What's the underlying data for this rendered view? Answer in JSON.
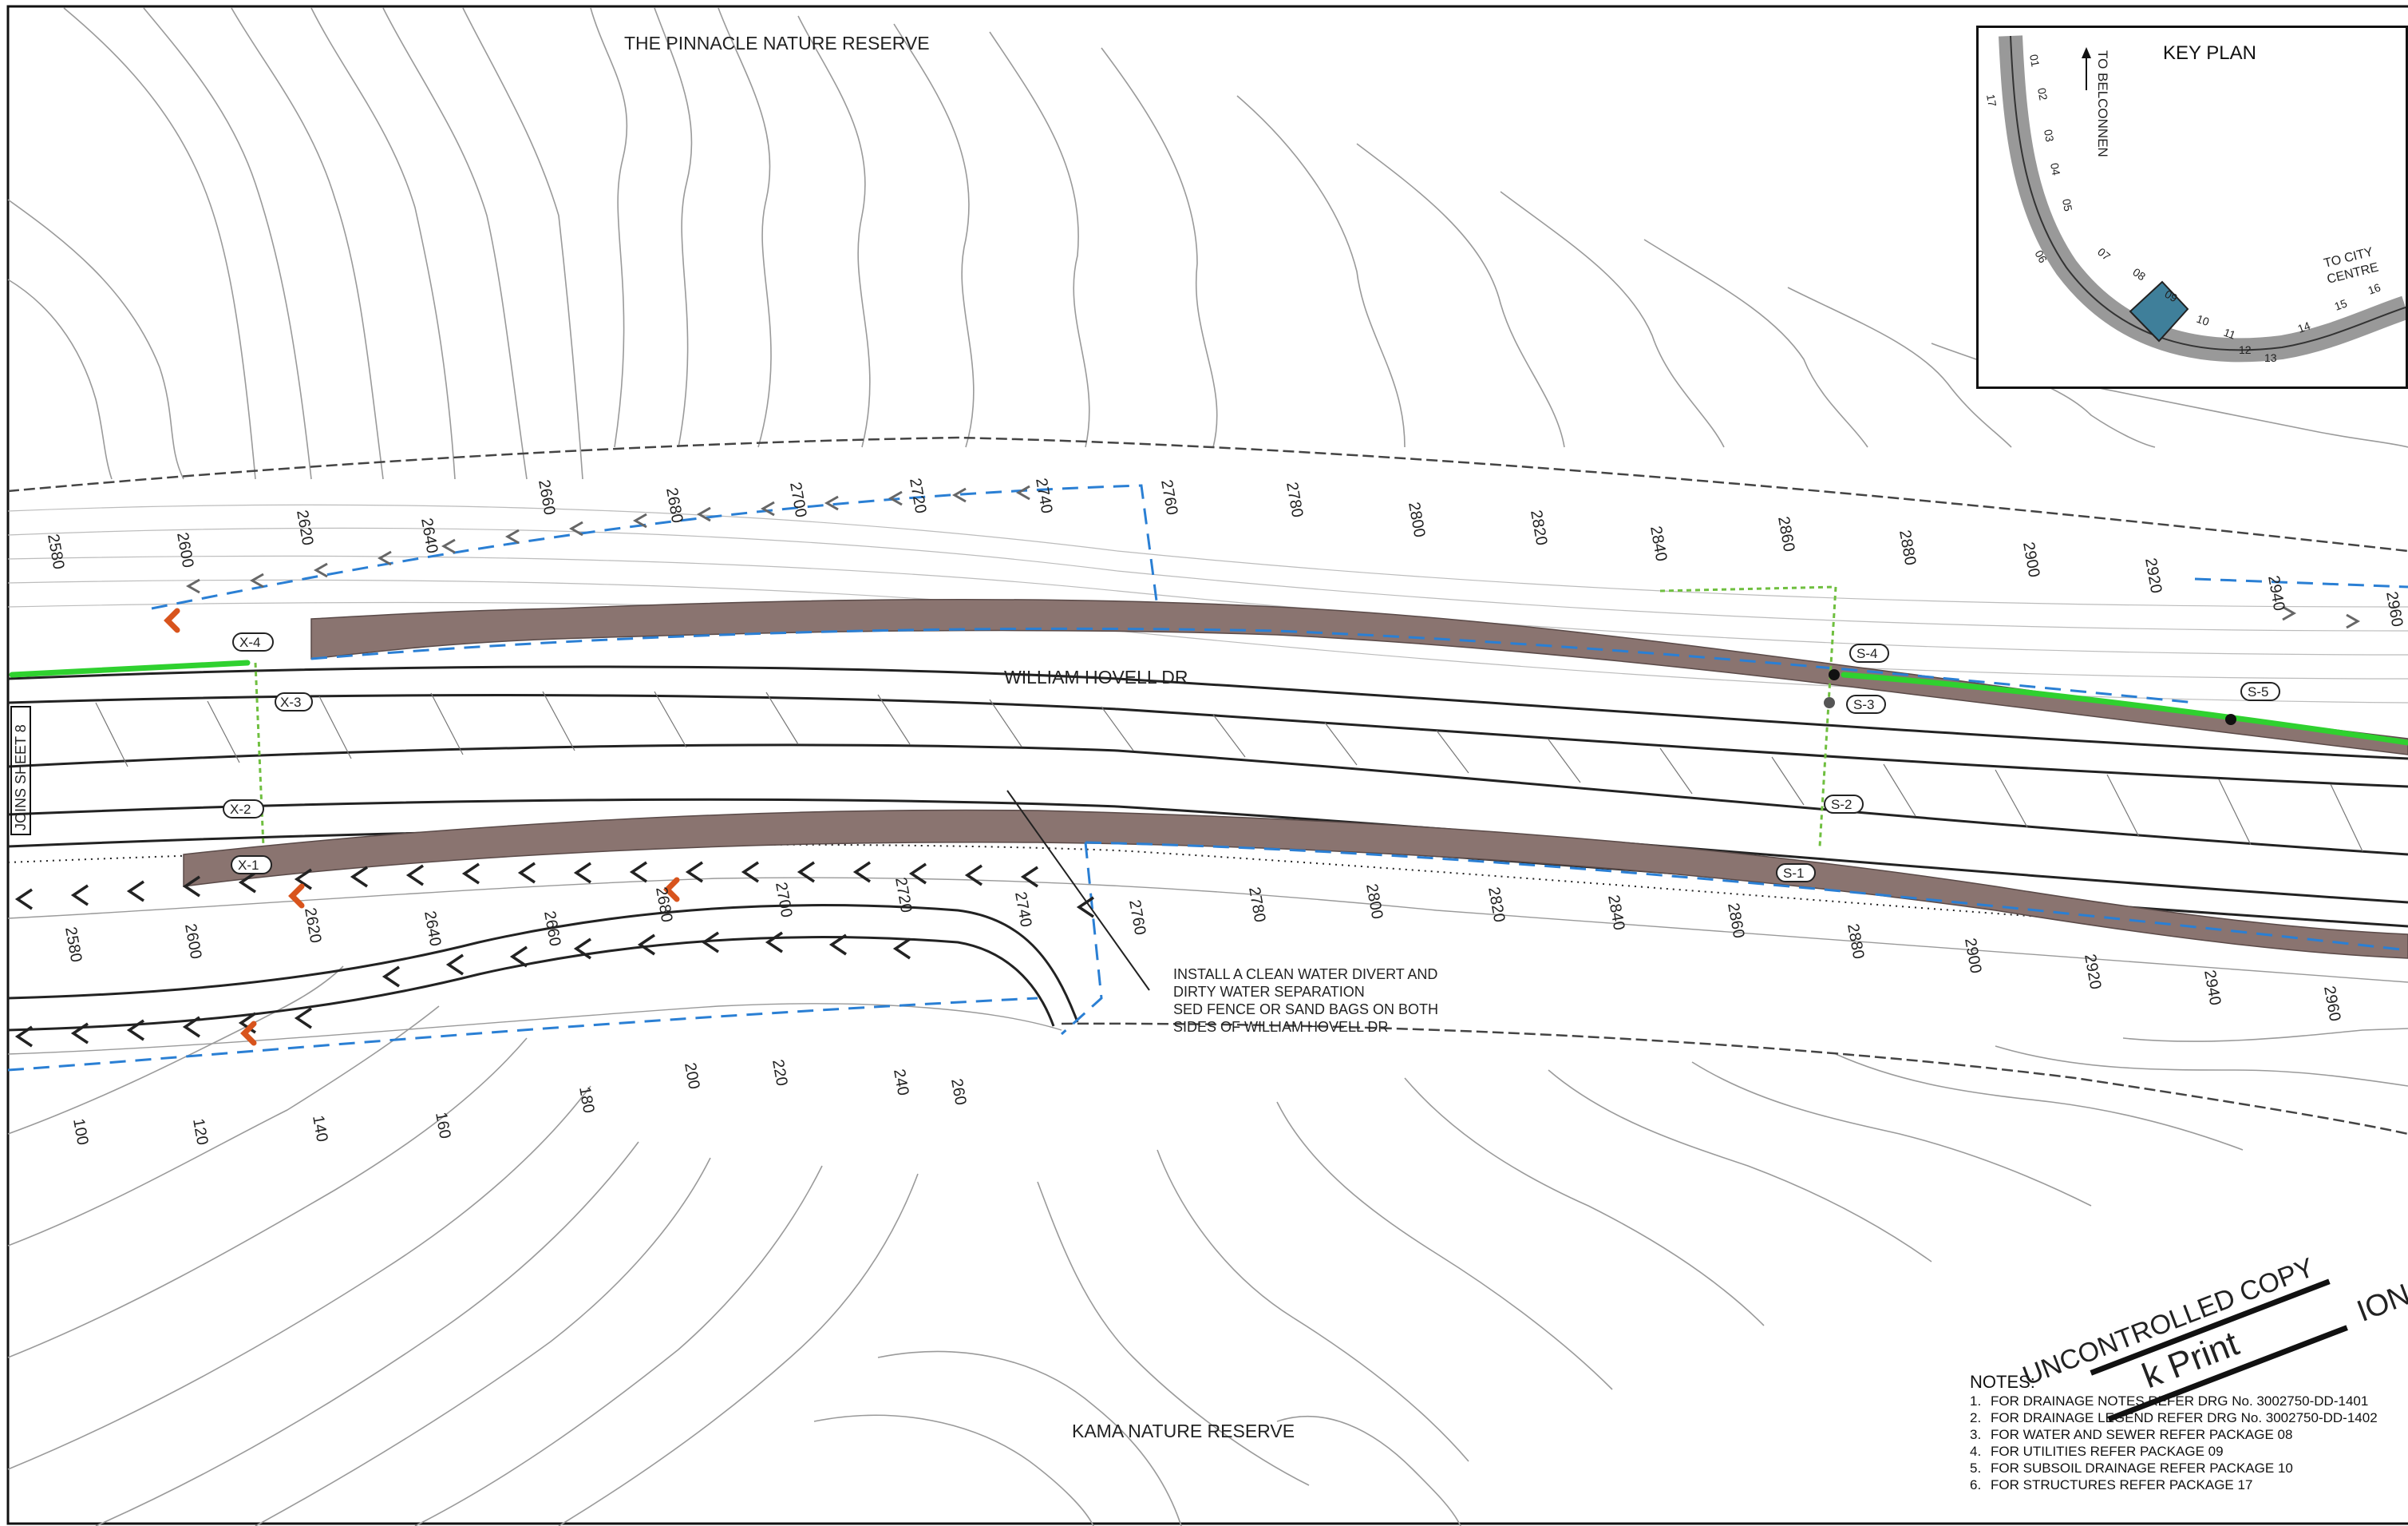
{
  "labels": {
    "pinnacle": "THE PINNACLE NATURE RESERVE",
    "kama": "KAMA NATURE RESERVE",
    "road": "WILLIAM HOVELL DR",
    "joins_sheet": "JOINS SHEET 8",
    "callout": [
      "INSTALL A CLEAN WATER DIVERT AND",
      "DIRTY WATER SEPARATION",
      "SED FENCE OR SAND BAGS ON BOTH",
      "SIDES OF WILLIAM HOVELL DR"
    ],
    "stamp_uncontrolled": "UNCONTROLLED COPY",
    "stamp_print": "k Print",
    "stamp_ion": "ION"
  },
  "tags": {
    "x4": "X-4",
    "x3": "X-3",
    "x2": "X-2",
    "x1": "X-1",
    "s1": "S-1",
    "s2": "S-2",
    "s3": "S-3",
    "s4": "S-4",
    "s5": "S-5"
  },
  "chainage_top": [
    "2580",
    "2600",
    "2620",
    "2640",
    "2660",
    "2680",
    "2700",
    "2720",
    "2740",
    "2760",
    "2780",
    "2800",
    "2820",
    "2840",
    "2860",
    "2880",
    "2900",
    "2920",
    "2940",
    "2960"
  ],
  "chainage_mid": [
    "2580",
    "2600",
    "2620",
    "2640",
    "2660",
    "2680",
    "2700",
    "2720",
    "2740",
    "2760",
    "2780",
    "2800",
    "2820",
    "2840",
    "2860",
    "2880",
    "2900",
    "2920",
    "2940",
    "2960"
  ],
  "chainage_low": [
    "100",
    "120",
    "140",
    "160",
    "180",
    "200",
    "220",
    "240",
    "260"
  ],
  "key_plan": {
    "title": "KEY PLAN",
    "to_belconnen": "TO BELCONNEN",
    "to_city_1": "TO CITY",
    "to_city_2": "CENTRE",
    "sheets": [
      "01",
      "02",
      "03",
      "04",
      "05",
      "06",
      "07",
      "08",
      "09",
      "10",
      "11",
      "12",
      "13",
      "14",
      "15",
      "16",
      "17"
    ],
    "highlight": "09",
    "highlight_color": "#3f7f9a"
  },
  "notes": {
    "heading": "NOTES:",
    "items": [
      {
        "n": "1.",
        "t": "FOR DRAINAGE NOTES REFER DRG No. 3002750-DD-1401"
      },
      {
        "n": "2.",
        "t": "FOR DRAINAGE LEGEND REFER DRG No. 3002750-DD-1402"
      },
      {
        "n": "3.",
        "t": "FOR WATER AND SEWER REFER PACKAGE 08"
      },
      {
        "n": "4.",
        "t": "FOR UTILITIES REFER PACKAGE 09"
      },
      {
        "n": "5.",
        "t": "FOR SUBSOIL DRAINAGE REFER PACKAGE 10"
      },
      {
        "n": "6.",
        "t": "FOR STRUCTURES REFER PACKAGE 17"
      }
    ]
  },
  "colors": {
    "batter": "#8a7470",
    "drain_green": "#2fd12f",
    "boundary_blue": "#2a7fd4",
    "arrow_orange": "#d8541d",
    "contour": "#9a9a9a"
  }
}
